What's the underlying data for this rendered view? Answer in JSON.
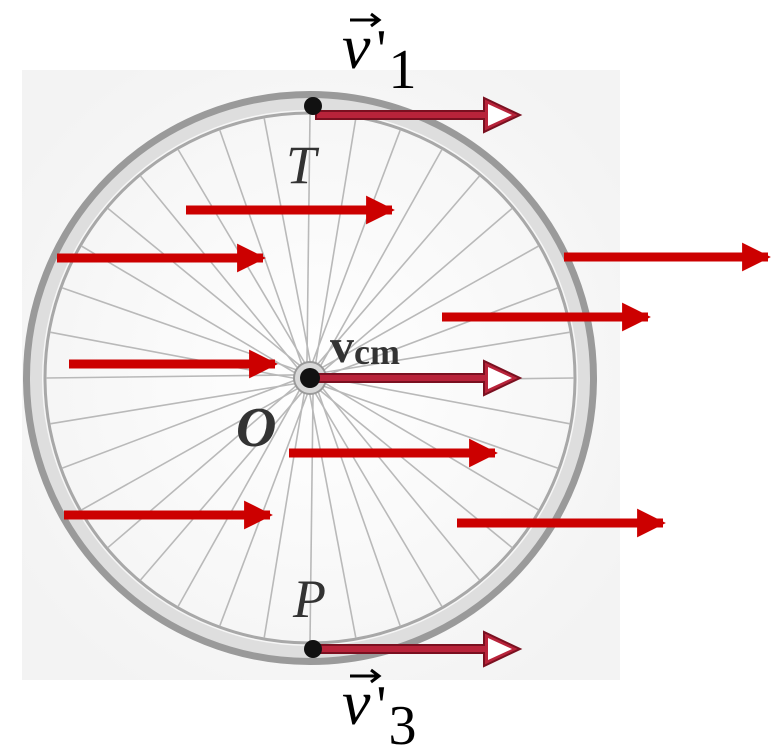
{
  "labels": {
    "top_vector": {
      "symbol": "v",
      "prime": "'",
      "subscript": "1"
    },
    "bottom_vector": {
      "symbol": "v",
      "prime": "'",
      "subscript": "3"
    },
    "point_top": "T",
    "point_center": "O",
    "point_bottom": "P",
    "center_velocity": {
      "main": "v",
      "subscript": "cm"
    }
  },
  "colors": {
    "translation_arrow": "#cc0000",
    "wheel_vector_fill": "#b8233a",
    "rim": "#8a8a8a",
    "spoke": "#b8b8b8",
    "dot": "#111111"
  }
}
